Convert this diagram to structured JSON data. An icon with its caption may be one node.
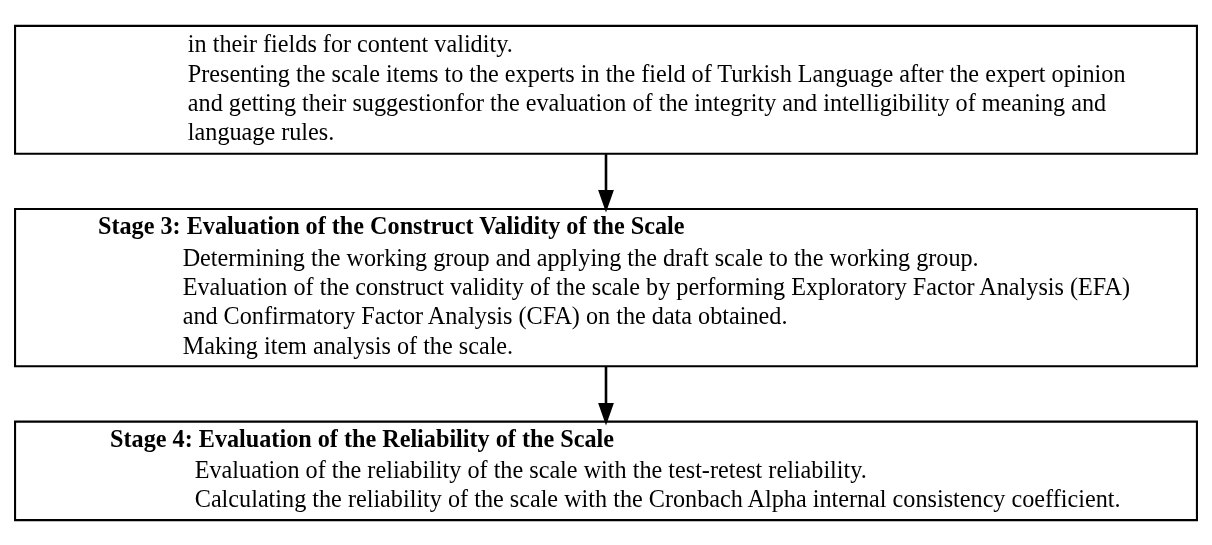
{
  "diagram": {
    "nodes": [
      {
        "text": [
          "in their fields for content validity.",
          "Presenting the scale items to the experts in the field of Turkish Language after the expert opinion and getting their suggestionfor the evaluation of the integrity and intelligibility of meaning and language rules."
        ]
      },
      {
        "text": [
          "Stage 3: Evaluation of the Construct Validity of the Scale",
          "Determining the working group and applying the draft scale to the working group.",
          "Evaluation of the construct validity of the scale by performing Exploratory Factor Analysis (EFA) and Confirmatory Factor Analysis (CFA) on the data obtained.",
          "Making item analysis of the scale."
        ]
      },
      {
        "text": [
          "Stage 4: Evaluation of the Reliability of the Scale",
          "Evaluation of the reliability of the scale with the test-retest reliability.",
          "Calculating the reliability of the scale with the Cronbach Alpha internal consistency coefficient."
        ]
      }
    ],
    "edges": [
      {
        "from": 0,
        "to": 1,
        "arrow": "to"
      },
      {
        "from": 1,
        "to": 2,
        "arrow": "to"
      }
    ]
  }
}
